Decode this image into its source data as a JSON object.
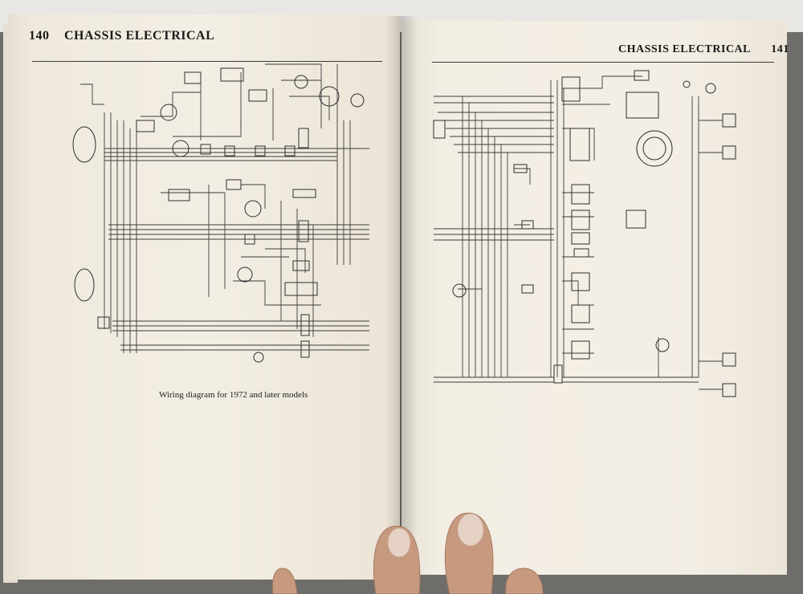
{
  "left_page": {
    "page_number": "140",
    "running_head": "CHASSIS ELECTRICAL",
    "caption": "Wiring diagram for 1972 and later models"
  },
  "right_page": {
    "page_number": "141",
    "running_head": "CHASSIS ELECTRICAL"
  }
}
